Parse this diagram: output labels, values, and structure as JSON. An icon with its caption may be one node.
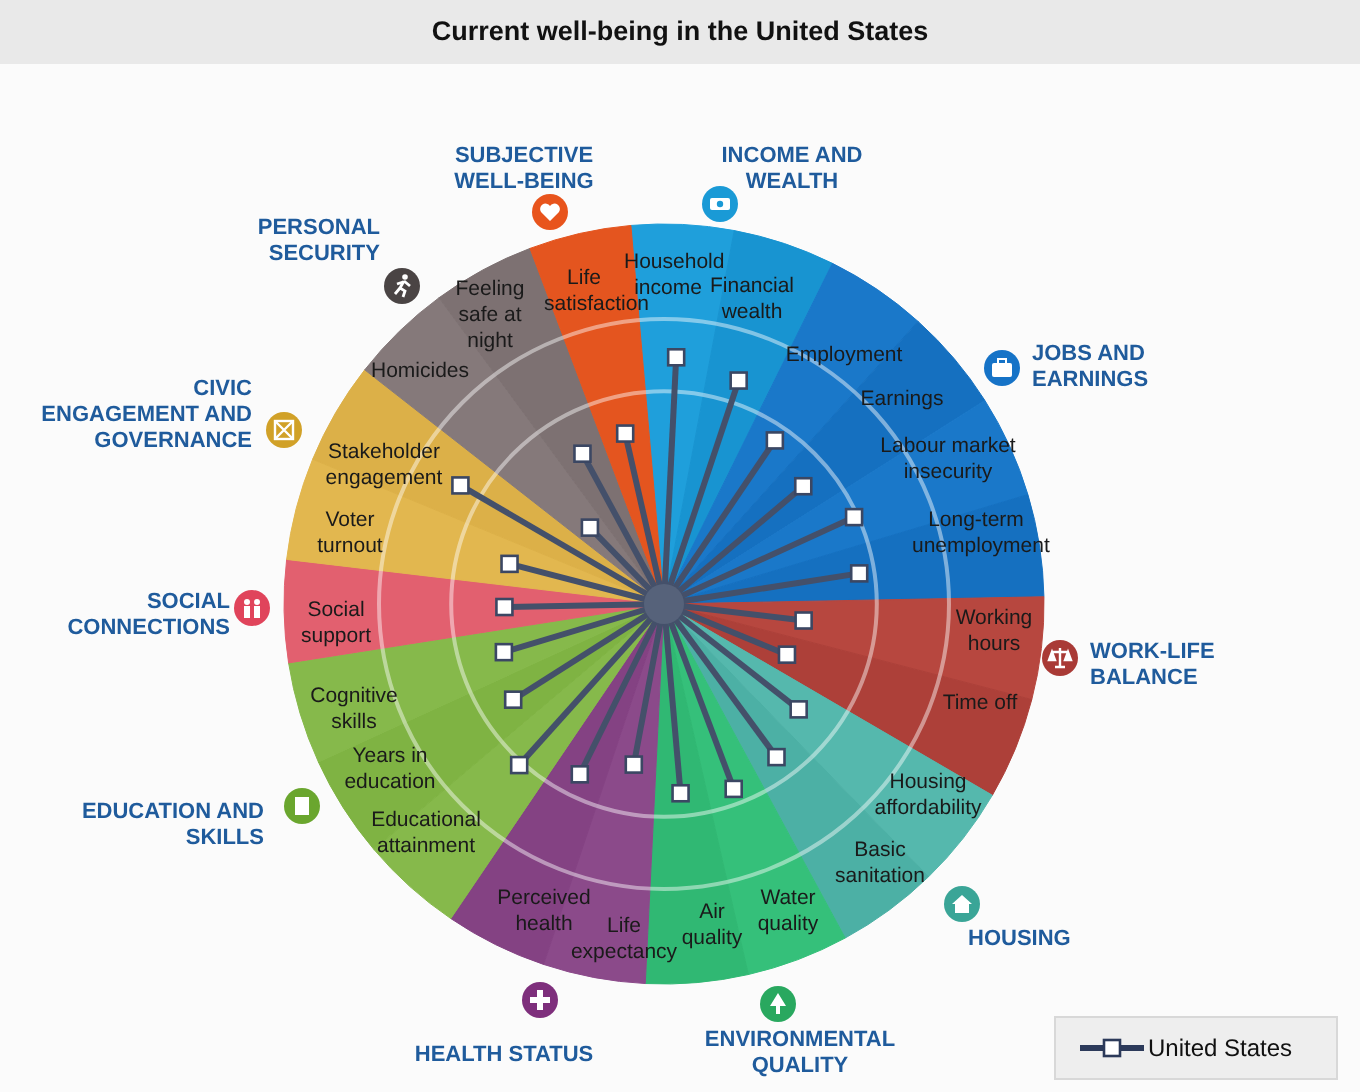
{
  "diagram": {
    "title": "Current well-being in the United States",
    "labels": [
      "SUBJECTIVE WELL-BEING",
      "Life satisfaction",
      "INCOME AND WEALTH",
      "Household income",
      "Financial wealth",
      "JOBS AND EARNINGS",
      "Employment",
      "Earnings",
      "Labour market insecurity",
      "Long-term unemployment",
      "WORK-LIFE BALANCE",
      "Working hours",
      "Time off",
      "HOUSING",
      "Housing affordability",
      "Basic sanitation",
      "ENVIRONMENTAL QUALITY",
      "Water quality",
      "Air quality",
      "HEALTH STATUS",
      "Life expectancy",
      "Perceived health",
      "EDUCATION AND SKILLS",
      "Educational attainment",
      "Years in education",
      "Cognitive skills",
      "SOCIAL CONNECTIONS",
      "Social support",
      "CIVIC ENGAGEMENT AND GOVERNANCE",
      "Voter turnout",
      "Stakeholder engagement",
      "PERSONAL SECURITY",
      "Homicides",
      "Feeling safe at night"
    ],
    "legend": [
      {
        "text": "United States"
      }
    ]
  }
}
